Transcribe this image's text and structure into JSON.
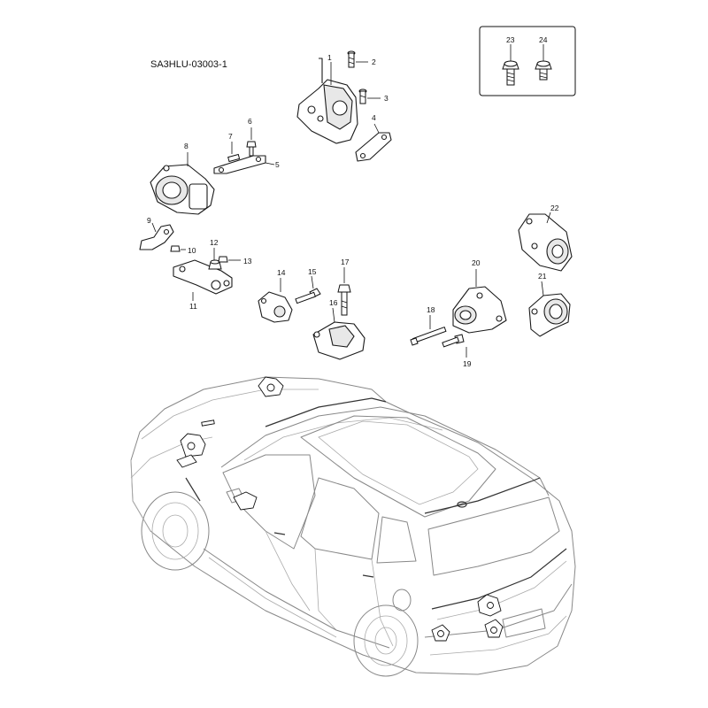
{
  "diagram_code": "SA3HLU-03003-1",
  "callouts": [
    {
      "id": "1",
      "label": "1"
    },
    {
      "id": "2",
      "label": "2"
    },
    {
      "id": "3",
      "label": "3"
    },
    {
      "id": "4",
      "label": "4"
    },
    {
      "id": "5",
      "label": "5"
    },
    {
      "id": "6",
      "label": "6"
    },
    {
      "id": "7",
      "label": "7"
    },
    {
      "id": "8",
      "label": "8"
    },
    {
      "id": "9",
      "label": "9"
    },
    {
      "id": "10",
      "label": "10"
    },
    {
      "id": "11",
      "label": "11"
    },
    {
      "id": "12",
      "label": "12"
    },
    {
      "id": "13",
      "label": "13"
    },
    {
      "id": "14",
      "label": "14"
    },
    {
      "id": "15",
      "label": "15"
    },
    {
      "id": "16",
      "label": "16"
    },
    {
      "id": "17",
      "label": "17"
    },
    {
      "id": "18",
      "label": "18"
    },
    {
      "id": "19",
      "label": "19"
    },
    {
      "id": "20",
      "label": "20"
    },
    {
      "id": "21",
      "label": "21"
    },
    {
      "id": "22",
      "label": "22"
    },
    {
      "id": "23",
      "label": "23"
    },
    {
      "id": "24",
      "label": "24"
    }
  ]
}
